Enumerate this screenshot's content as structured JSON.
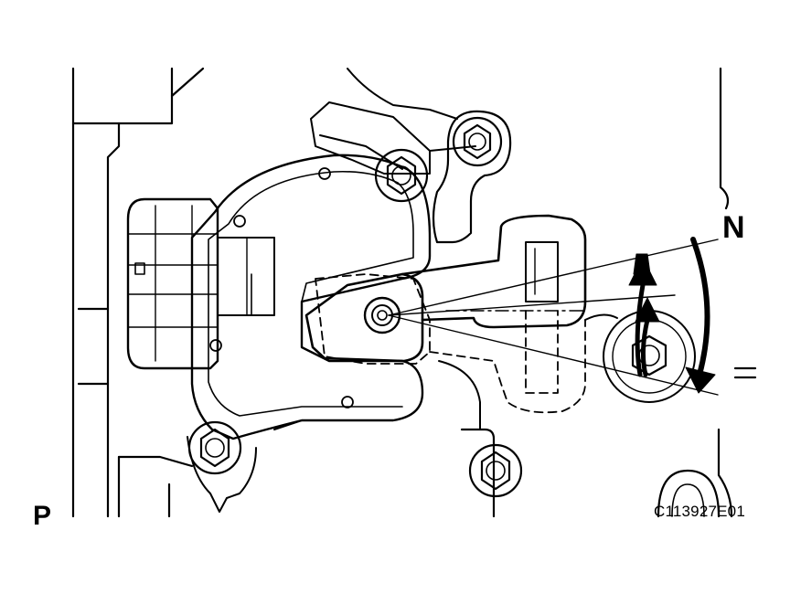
{
  "labels": {
    "position_n": "N",
    "position_p": "P",
    "figure_code": "C113927E01"
  },
  "colors": {
    "ink": "#000000",
    "paper": "#ffffff"
  }
}
